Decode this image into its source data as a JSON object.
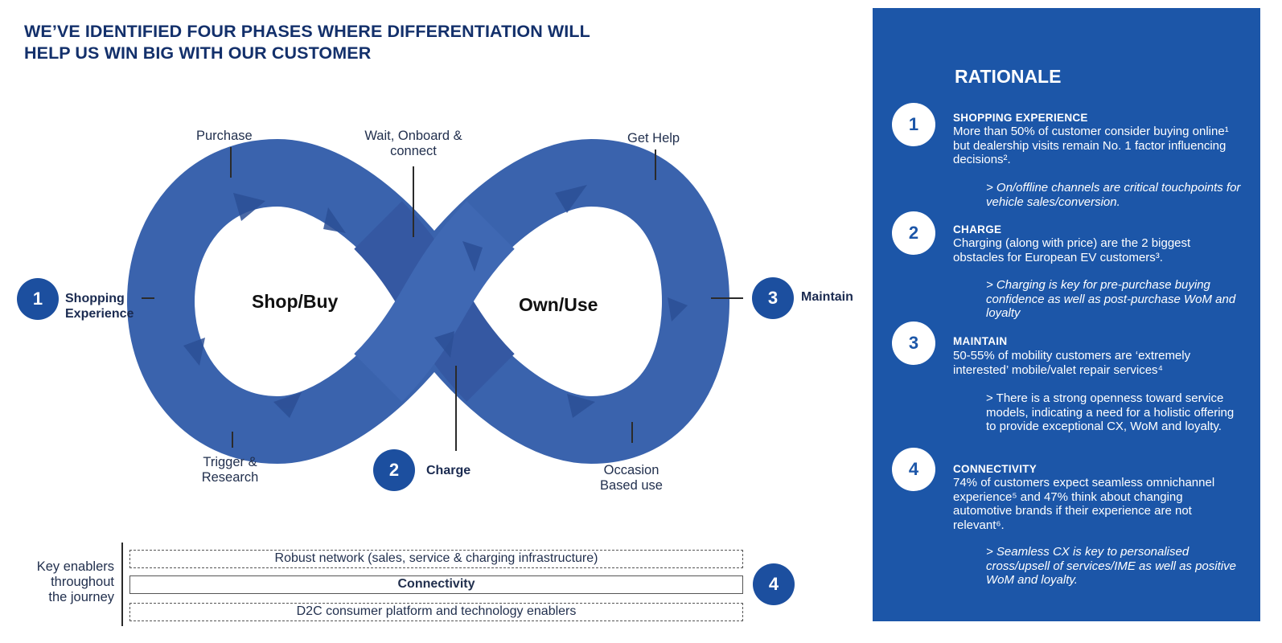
{
  "title": {
    "line1": "WE’VE IDENTIFIED FOUR PHASES WHERE DIFFERENTIATION WILL",
    "line2": "HELP US WIN BIG WITH OUR CUSTOMER"
  },
  "diagram": {
    "loop_left_label": "Shop/Buy",
    "loop_right_label": "Own/Use",
    "stage_labels": {
      "purchase": "Purchase",
      "wait_line1": "Wait, Onboard &",
      "wait_line2": "connect",
      "get_help": "Get Help",
      "trigger_line1": "Trigger &",
      "trigger_line2": "Research",
      "occasion_line1": "Occasion",
      "occasion_line2": "Based use"
    },
    "phases": [
      {
        "number": "1",
        "label_line1": "Shopping",
        "label_line2": "Experience"
      },
      {
        "number": "2",
        "label_line1": "Charge"
      },
      {
        "number": "3",
        "label_line1": "Maintain"
      },
      {
        "number": "4"
      }
    ],
    "colors": {
      "loop": "#3a63ad",
      "badge": "#1c4f9f"
    }
  },
  "enablers": {
    "heading_line1": "Key enablers",
    "heading_line2": "throughout",
    "heading_line3": "the journey",
    "items": [
      "Robust network (sales, service & charging infrastructure)",
      "Connectivity",
      "D2C consumer platform and technology enablers"
    ]
  },
  "rationale": {
    "title": "RATIONALE",
    "panel_color": "#1c56a8",
    "items": [
      {
        "number": "1",
        "heading": "SHOPPING EXPERIENCE",
        "body": "More than 50% of customer consider buying online¹ but dealership visits remain No. 1 factor influencing decisions².",
        "note": "> On/offline channels are critical touchpoints for vehicle sales/conversion."
      },
      {
        "number": "2",
        "heading": "CHARGE",
        "body": "Charging (along with price) are the 2 biggest obstacles for European EV customers³.",
        "note": "> Charging is key for pre-purchase buying confidence as well as post-purchase WoM and loyalty"
      },
      {
        "number": "3",
        "heading": "MAINTAIN",
        "body": "50-55% of mobility customers are ‘extremely interested’ mobile/valet repair services⁴",
        "note": "> There is a strong openness toward service models, indicating a need for a holistic offering to provide exceptional CX, WoM and loyalty."
      },
      {
        "number": "4",
        "heading": "CONNECTIVITY",
        "body": "74% of customers expect seamless omnichannel experience⁵ and 47% think about changing automotive brands if their experience are not relevant⁶.",
        "note": "> Seamless CX is key to personalised cross/upsell of services/IME as well as positive WoM and loyalty."
      }
    ]
  }
}
